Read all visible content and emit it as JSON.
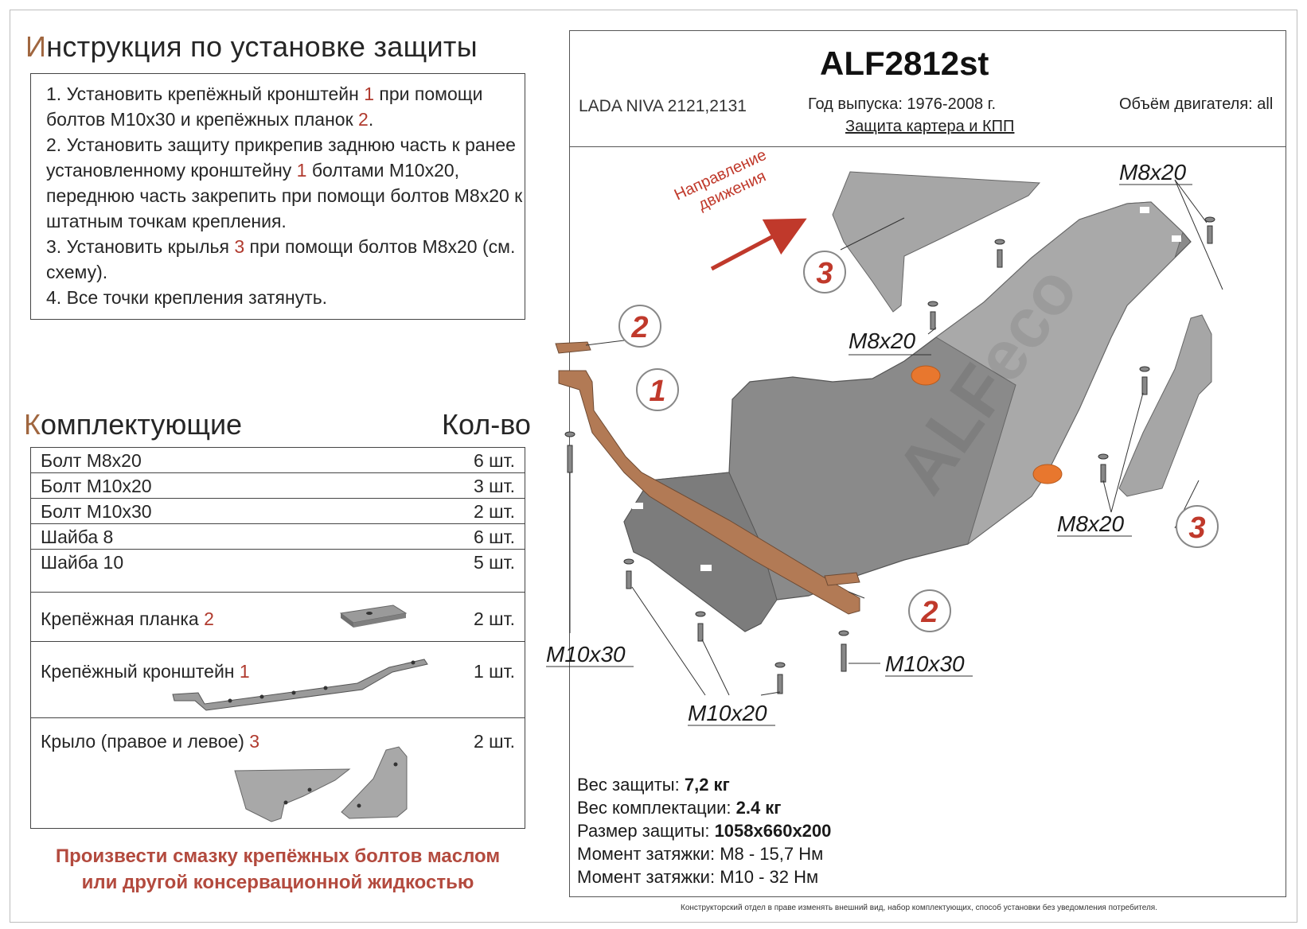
{
  "instructions": {
    "title_first": "И",
    "title_rest": "нструкция по установке защиты",
    "steps": [
      {
        "a": "1.  Установить крепёжный кронштейн ",
        "r1": "1",
        "b": " при помощи болтов М10х30 и крепёжных планок ",
        "r2": "2",
        "c": "."
      },
      {
        "a": "2.  Установить защиту прикрепив заднюю часть к ранее установленному кронштейну ",
        "r1": "1",
        "b": " болтами М10х20, переднюю часть закрепить при помощи болтов М8х20 к штатным точкам крепления.",
        "r2": "",
        "c": ""
      },
      {
        "a": "3.  Установить крылья ",
        "r1": "3",
        "b": " при помощи болтов М8х20 (см. схему).",
        "r2": "",
        "c": ""
      },
      {
        "a": "4.  Все точки крепления затянуть.",
        "r1": "",
        "b": "",
        "r2": "",
        "c": ""
      }
    ]
  },
  "parts": {
    "title_first": "К",
    "title_rest": "омплектующие",
    "qty_header": "Кол-во",
    "items": [
      {
        "name": "Болт М8х20",
        "ref": "",
        "qty": "6 шт."
      },
      {
        "name": "Болт М10х20",
        "ref": "",
        "qty": "3 шт."
      },
      {
        "name": "Болт М10х30",
        "ref": "",
        "qty": "2 шт."
      },
      {
        "name": "Шайба 8",
        "ref": "",
        "qty": "6 шт."
      },
      {
        "name": "Шайба 10",
        "ref": "",
        "qty": "5 шт."
      },
      {
        "name": "Крепёжная планка ",
        "ref": "2",
        "qty": "2 шт."
      },
      {
        "name": "Крепёжный кронштейн ",
        "ref": "1",
        "qty": "1 шт."
      },
      {
        "name": "Крыло (правое и левое) ",
        "ref": "3",
        "qty": "2 шт."
      }
    ]
  },
  "note": {
    "line1": "Произвести смазку крепёжных болтов маслом",
    "line2": "или другой консервационной жидкостью"
  },
  "header": {
    "code": "ALF2812st",
    "car": "LADA NIVA 2121,2131",
    "year": "Год выпуска: 1976-2008 г.",
    "subtitle": "Защита картера и КПП",
    "engine": "Объём двигателя: all"
  },
  "diagram": {
    "direction_line1": "Направление",
    "direction_line2": "движения",
    "watermark": "ALFeco",
    "labels": {
      "m8_top": "M8x20",
      "m8_mid": "M8x20",
      "m8_right": "M8x20",
      "m10x30_left": "M10x30",
      "m10x30_right": "M10x30",
      "m10x20": "M10x20"
    },
    "callouts": {
      "c1": "1",
      "c2a": "2",
      "c2b": "2",
      "c3a": "3",
      "c3b": "3"
    }
  },
  "specs": {
    "weight_label": "Вес защиты: ",
    "weight": "7,2 кг",
    "kit_label": "Вес комплектации: ",
    "kit": "2.4 кг",
    "size_label": "Размер защиты: ",
    "size": "1058х660х200",
    "torque1": "Момент затяжки:  М8 - 15,7 Нм",
    "torque2": "Момент затяжки:  М10 - 32 Нм"
  },
  "disclaimer": "Конструкторский отдел в праве изменять внешний вид, набор комплектующих, способ установки без уведомления потребителя.",
  "colors": {
    "accent_red": "#b03a2e",
    "bracket": "#b27a55",
    "plate": "#8a8a8a",
    "pad": "#e8772e"
  }
}
